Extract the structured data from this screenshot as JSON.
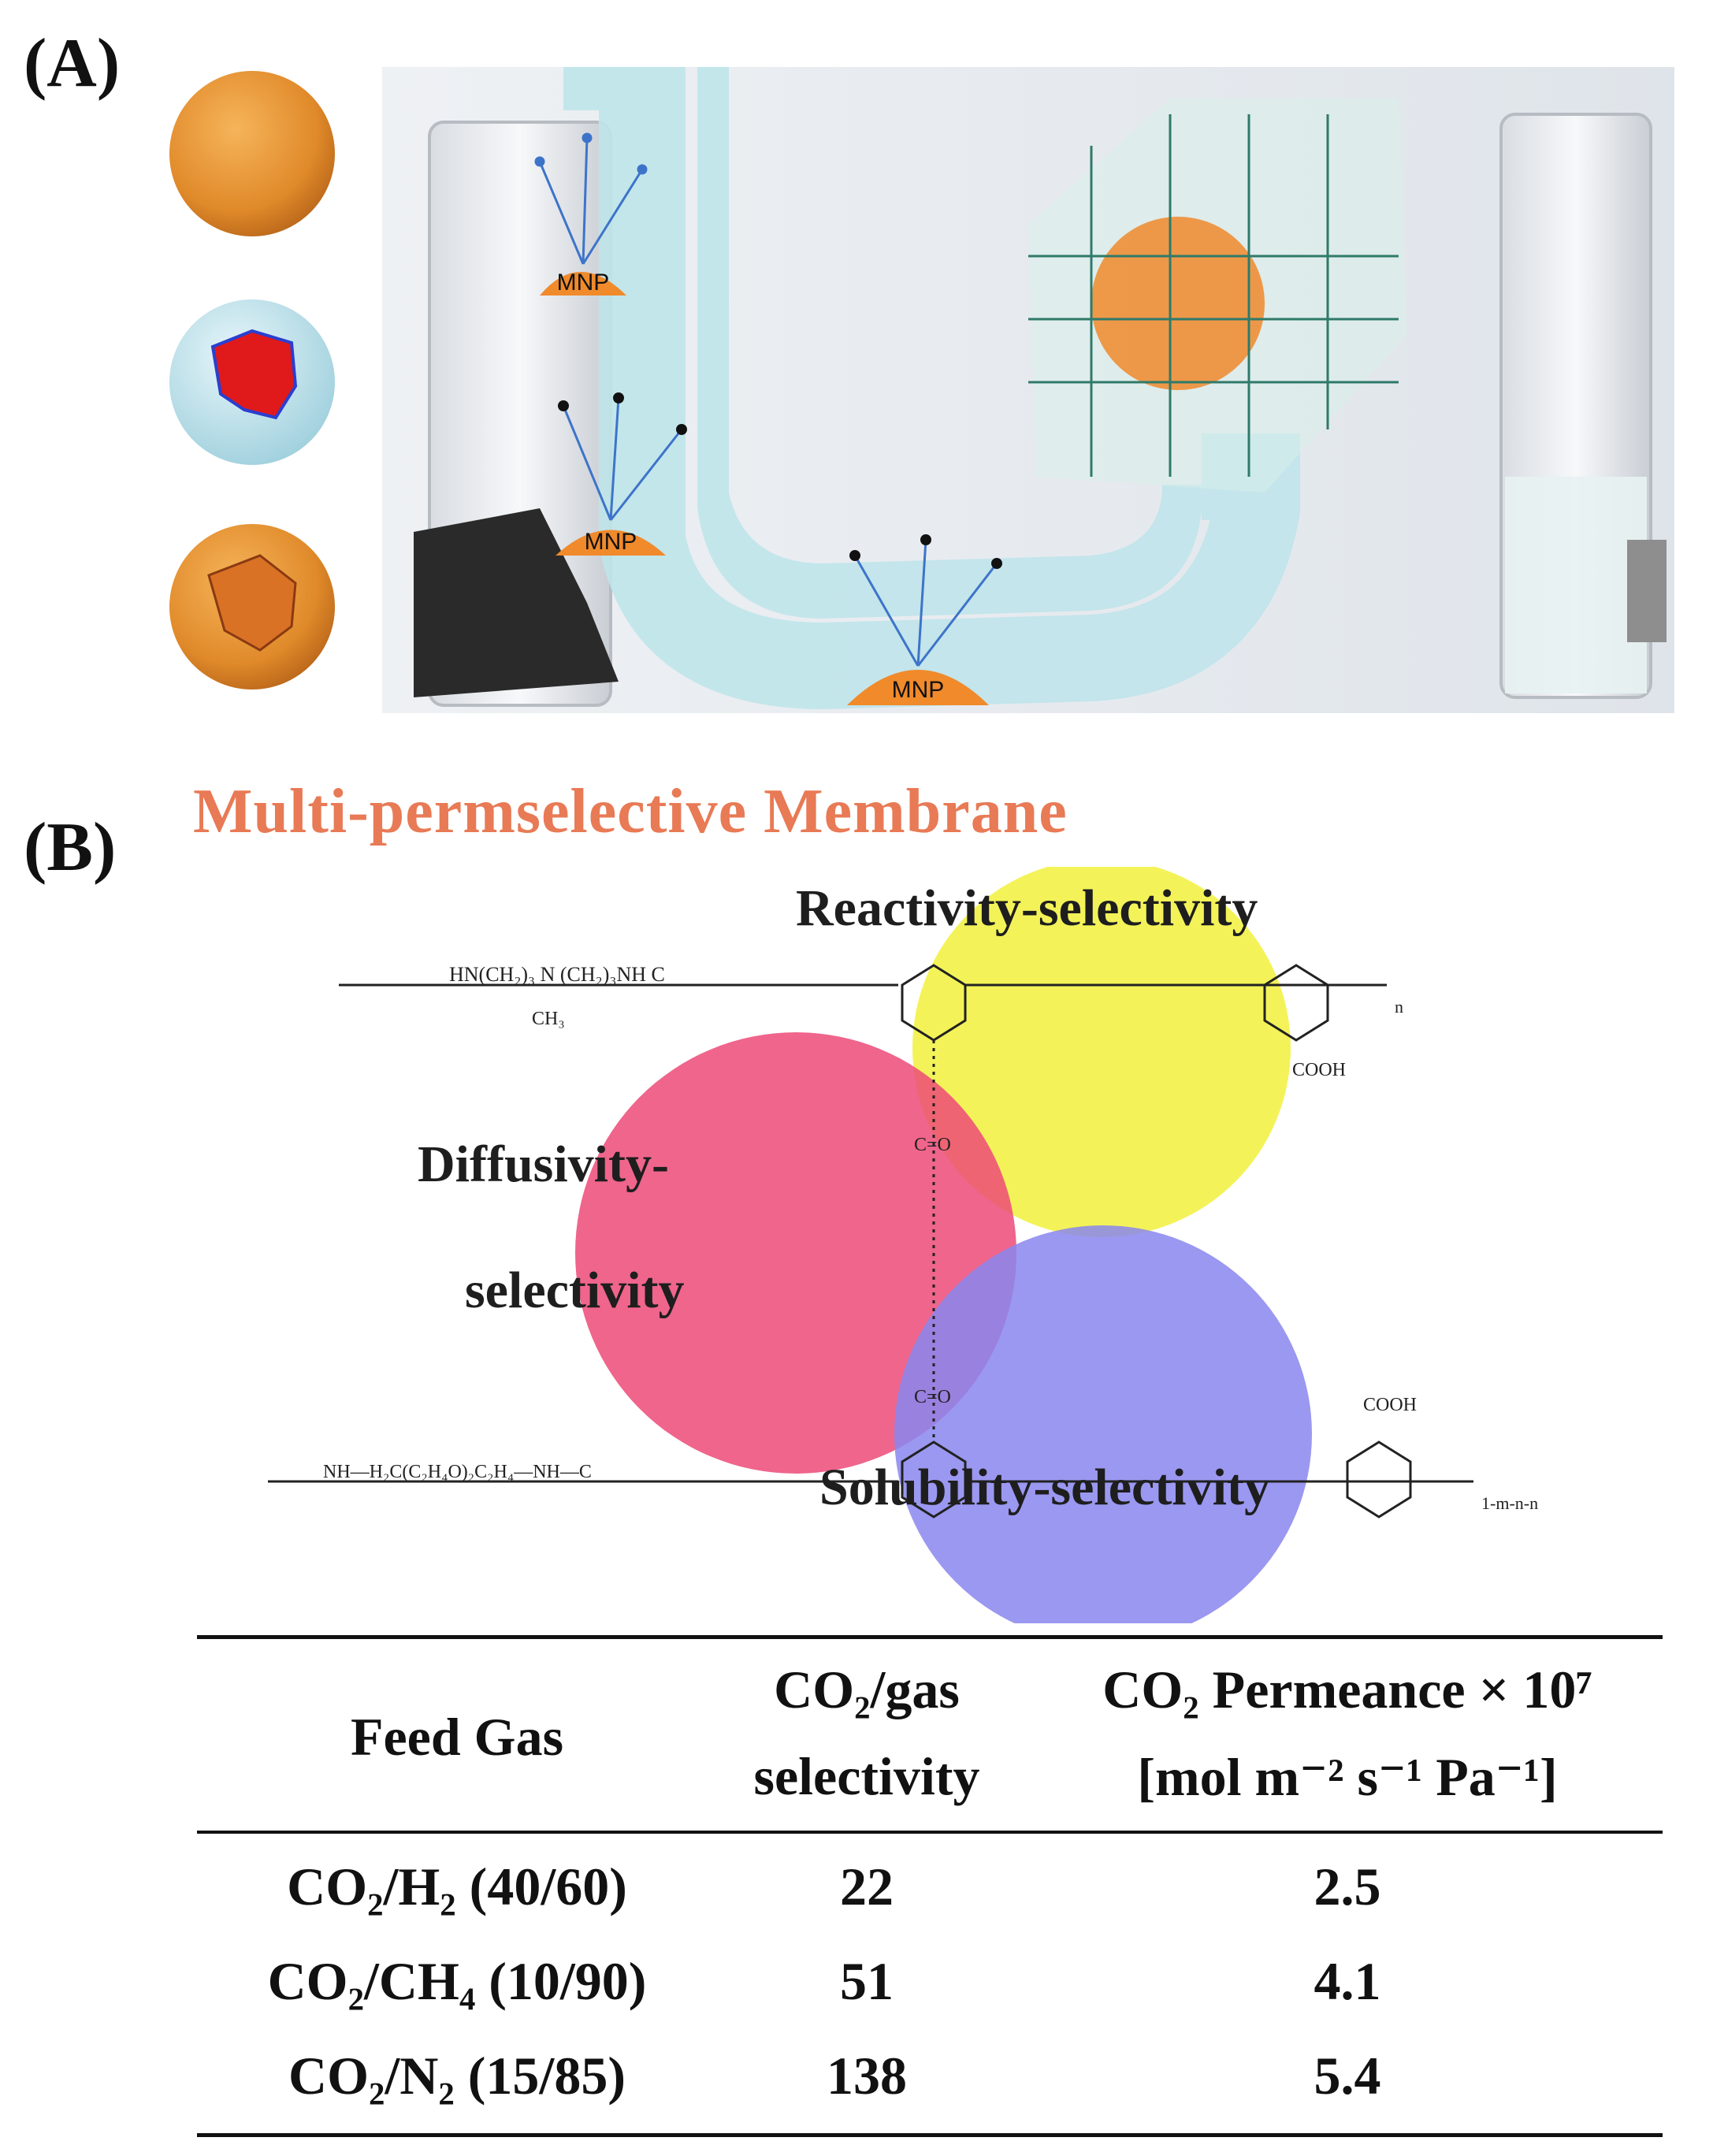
{
  "panel_a": {
    "label": "(A)",
    "mnp_labels": [
      "MNP",
      "MNP",
      "MNP"
    ]
  },
  "panel_b": {
    "label": "(B)",
    "title": "Multi-permselective Membrane",
    "venn": {
      "reactivity": "Reactivity-selectivity",
      "diffusivity_line1": "Diffusivity-",
      "diffusivity_line2": "selectivity",
      "solubility": "Solubility-selectivity",
      "colors": {
        "reactivity": "#f1f13c",
        "diffusivity": "#ec4a78",
        "solubility": "#8a86ee"
      }
    },
    "chem": {
      "top_chain": "HN(CH₂)₃ N (CH₂)₃NH C",
      "top_methyl": "CH₃",
      "cooh": "COOH",
      "carbonyl": "C=O",
      "bottom_chain": "NH—H₂C(C₂H₄O)₂C₂H₄—NH—C",
      "subscript_n": "n",
      "subscript_1mn": "1-m-n-n"
    }
  },
  "table": {
    "headers": {
      "feed_gas": "Feed Gas",
      "selectivity_line1": "CO₂/gas",
      "selectivity_line2": "selectivity",
      "permeance_line1": "CO₂ Permeance × 10⁷",
      "permeance_line2": "[mol m⁻² s⁻¹ Pa⁻¹]"
    },
    "rows": [
      {
        "feed": "CO₂/H₂ (40/60)",
        "selectivity": "22",
        "permeance": "2.5"
      },
      {
        "feed": "CO₂/CH₄ (10/90)",
        "selectivity": "51",
        "permeance": "4.1"
      },
      {
        "feed": "CO₂/N₂ (15/85)",
        "selectivity": "138",
        "permeance": "5.4"
      }
    ]
  }
}
